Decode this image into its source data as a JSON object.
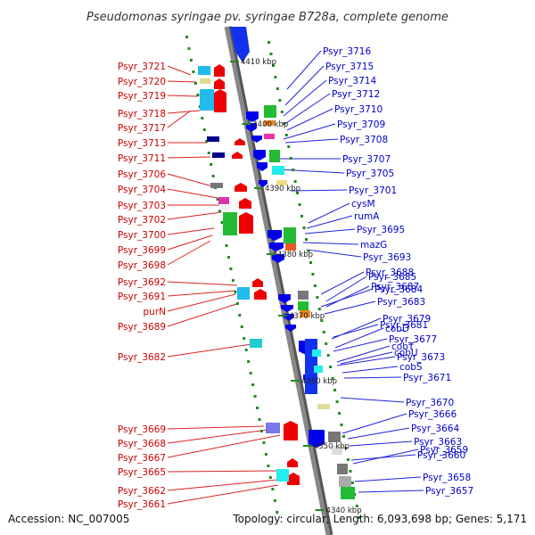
{
  "title": "Pseudomonas syringae pv. syringae B728a, complete genome",
  "footer": {
    "accession": "Accession: NC_007005",
    "summary": "Topology: circular; Length: 6,093,698 bp; Genes: 5,171"
  },
  "kbp_ticks": [
    "4410 kbp",
    "4400 kbp",
    "4390 kbp",
    "4380 kbp",
    "4370 kbp",
    "4360 kbp",
    "4350 kbp",
    "4340 kbp"
  ],
  "left_labels": [
    "Psyr_3721",
    "Psyr_3720",
    "Psyr_3719",
    "Psyr_3718",
    "Psyr_3717",
    "Psyr_3713",
    "Psyr_3711",
    "Psyr_3706",
    "Psyr_3704",
    "Psyr_3703",
    "Psyr_3702",
    "Psyr_3700",
    "Psyr_3699",
    "Psyr_3698",
    "Psyr_3692",
    "Psyr_3691",
    "purN",
    "Psyr_3689",
    "Psyr_3682",
    "Psyr_3669",
    "Psyr_3668",
    "Psyr_3667",
    "Psyr_3665",
    "Psyr_3662",
    "Psyr_3661"
  ],
  "right_labels": [
    "Psyr_3716",
    "Psyr_3715",
    "Psyr_3714",
    "Psyr_3712",
    "Psyr_3710",
    "Psyr_3709",
    "Psyr_3708",
    "Psyr_3707",
    "Psyr_3705",
    "Psyr_3701",
    "cysM",
    "rumA",
    "Psyr_3695",
    "mazG",
    "Psyr_3693",
    "Psyr_3688",
    "Psyr_3685",
    "Psyr_3687",
    "Psyr_3684",
    "Psyr_3683",
    "Psyr_3681",
    "Psyr_3679",
    "cobD",
    "Psyr_3677",
    "cobT",
    "cobU",
    "Psyr_3673",
    "cobS",
    "Psyr_3671",
    "Psyr_3670",
    "Psyr_3666",
    "Psyr_3664",
    "Psyr_3663",
    "Psyr_3660",
    "Psyr_3659",
    "Psyr_3658",
    "Psyr_3657"
  ],
  "colors": {
    "forward": "#ee0000",
    "reverse": "#0000ee",
    "backbone": "#888888",
    "tick": "#228822"
  }
}
